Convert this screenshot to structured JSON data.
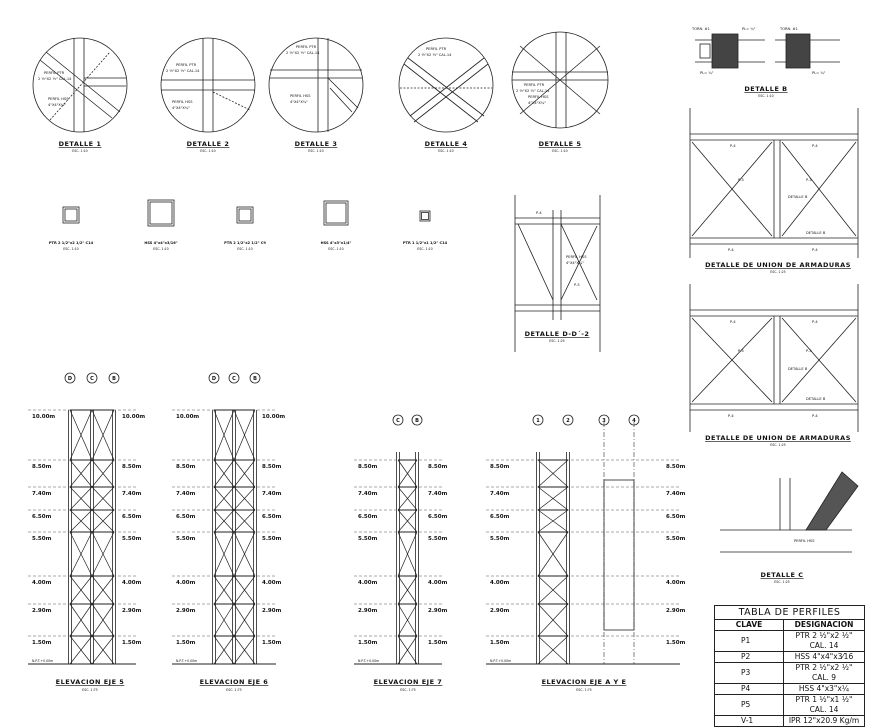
{
  "details": [
    {
      "title": "DETALLE 1",
      "scale": "ESC. 1:10",
      "labels": [
        "PERFIL PTR",
        "2 ½\"X2 ½\" CAL.14",
        "PERFIL HSS",
        "4\"X4\"X¼\""
      ]
    },
    {
      "title": "DETALLE 2",
      "scale": "ESC. 1:10",
      "labels": [
        "PERFIL PTR",
        "2 ½\"X2 ½\" CAL.14",
        "PERFIL HSS",
        "4\"X4\"X¼\""
      ]
    },
    {
      "title": "DETALLE 3",
      "scale": "ESC. 1:10",
      "labels": [
        "PERFIL PTR",
        "2 ½\"X2 ½\" CAL.14",
        "PERFIL HSS",
        "4\"X4\"X¼\""
      ]
    },
    {
      "title": "DETALLE 4",
      "scale": "ESC. 1:10",
      "labels": [
        "PERFIL PTR",
        "2 ½\"X2 ½\" CAL.14"
      ]
    },
    {
      "title": "DETALLE 5",
      "scale": "ESC. 1:10",
      "labels": [
        "PERFIL PTR",
        "2 ½\"X2 ½\" CAL.14",
        "PERFIL HSS",
        "4\"X4\"X¼\""
      ]
    }
  ],
  "detail_b": {
    "title": "DETALLE B",
    "scale": "ESC. 1:10",
    "labels": [
      "TORN. #1",
      "PL= ¼\"",
      "PL= ¼\"",
      "TORN. #1",
      "PL= ¼\""
    ]
  },
  "sections": [
    {
      "caption": "PTR 2 1/2\"x2 1/2\" C14",
      "scale": "ESC. 1:10"
    },
    {
      "caption": "HSS 4\"x4\"x3/16\"",
      "scale": "ESC. 1:10"
    },
    {
      "caption": "PTR 2 1/2\"x2 1/2\" C9",
      "scale": "ESC. 1:10"
    },
    {
      "caption": "HSS 4\"x3\"x1/4\"",
      "scale": "ESC. 1:10"
    },
    {
      "caption": "PTR 1 1/2\"x1 1/2\" C14",
      "scale": "ESC. 1:10"
    }
  ],
  "detail_dd": {
    "title": "DETALLE D-D´-2",
    "scale": "ESC. 1:25",
    "labels": [
      "PERFIL HSS",
      "4\"X4\"X¼\"",
      "P-4",
      "P-5"
    ]
  },
  "union1": {
    "title": "DETALLE DE UNION DE ARMADURAS",
    "scale": "ESC. 1:25",
    "labels": [
      "P-4",
      "P-4",
      "P-4",
      "P-4",
      "P-3",
      "P-3",
      "DETALLE B",
      "DETALLE B"
    ]
  },
  "union2": {
    "title": "DETALLE DE UNION DE ARMADURAS",
    "scale": "ESC. 1:25",
    "labels": [
      "P-4",
      "P-4",
      "P-4",
      "P-4",
      "P-3",
      "P-3",
      "DETALLE B",
      "DETALLE B"
    ]
  },
  "detail_c": {
    "title": "DETALLE C",
    "scale": "ESC. 1:25",
    "labels": [
      "PERFIL HSS"
    ]
  },
  "elevations": [
    {
      "title": "ELEVACION EJE 5",
      "scale": "ESC. 1:75",
      "axes": [
        "D",
        "C",
        "B"
      ],
      "levels_left": [
        "10.00m",
        "8.50m",
        "7.40m",
        "6.50m",
        "5.50m",
        "4.00m",
        "2.90m",
        "1.50m"
      ],
      "levels_right": [
        "10.00m",
        "8.50m",
        "7.40m",
        "6.50m",
        "5.50m",
        "4.00m",
        "2.90m",
        "1.50m"
      ],
      "npt": "N.P.T.+0.00m"
    },
    {
      "title": "ELEVACION EJE 6",
      "scale": "ESC. 1:75",
      "axes": [
        "D",
        "C",
        "B"
      ],
      "levels_left": [
        "10.00m",
        "8.50m",
        "7.40m",
        "6.50m",
        "5.50m",
        "4.00m",
        "2.90m",
        "1.50m"
      ],
      "levels_right": [
        "10.00m",
        "8.50m",
        "7.40m",
        "6.50m",
        "5.50m",
        "4.00m",
        "2.90m",
        "1.50m"
      ],
      "npt": "N.P.T.+0.00m"
    },
    {
      "title": "ELEVACION EJE 7",
      "scale": "ESC. 1:75",
      "axes": [
        "C",
        "B"
      ],
      "levels_left": [
        "8.50m",
        "7.40m",
        "6.50m",
        "5.50m",
        "4.00m",
        "2.90m",
        "1.50m"
      ],
      "levels_right": [
        "8.50m",
        "7.40m",
        "6.50m",
        "5.50m",
        "4.00m",
        "2.90m",
        "1.50m"
      ],
      "npt": "N.P.T.+0.00m"
    },
    {
      "title": "ELEVACION EJE A Y E",
      "scale": "ESC. 1:75",
      "axes": [
        "1",
        "2",
        "3",
        "4"
      ],
      "levels_left": [
        "8.50m",
        "7.40m",
        "6.50m",
        "5.50m",
        "4.00m",
        "2.90m",
        "1.50m"
      ],
      "levels_right": [
        "8.50m",
        "7.40m",
        "6.50m",
        "5.50m",
        "4.00m",
        "2.90m",
        "1.50m"
      ],
      "npt": "N.P.T.+0.00m"
    }
  ],
  "table": {
    "title": "TABLA DE PERFILES",
    "headers": [
      "CLAVE",
      "DESIGNACION"
    ],
    "rows": [
      [
        "P1",
        "PTR 2 ½\"x2 ½\" CAL. 14"
      ],
      [
        "P2",
        "HSS 4\"x4\"x3⁄16"
      ],
      [
        "P3",
        "PTR 2 ½\"x2 ½\" CAL. 9"
      ],
      [
        "P4",
        "HSS 4\"x3\"x¼"
      ],
      [
        "P5",
        "PTR 1 ½\"x1 ½\" CAL. 14"
      ],
      [
        "V-1",
        "IPR 12\"x20.9 Kg/m"
      ]
    ]
  }
}
